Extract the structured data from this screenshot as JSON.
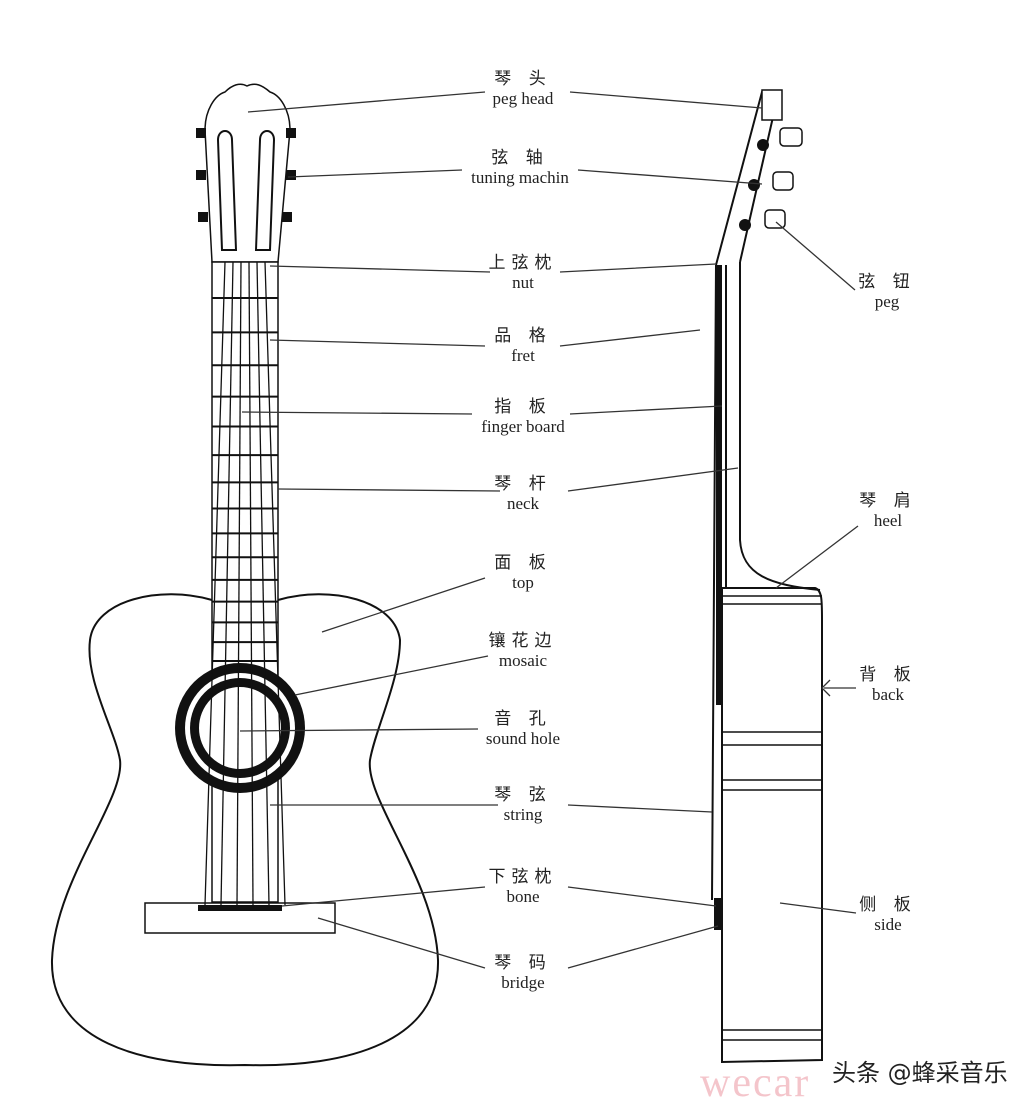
{
  "labels": [
    {
      "key": "peghead",
      "zh": "琴 头",
      "en": "peg head"
    },
    {
      "key": "tuning",
      "zh": "弦 轴",
      "en": "tuning machin"
    },
    {
      "key": "nut",
      "zh": "上弦枕",
      "en": "nut"
    },
    {
      "key": "fret",
      "zh": "品 格",
      "en": "fret"
    },
    {
      "key": "fingerboard",
      "zh": "指 板",
      "en": "finger board"
    },
    {
      "key": "neck",
      "zh": "琴 杆",
      "en": "neck"
    },
    {
      "key": "top",
      "zh": "面 板",
      "en": "top"
    },
    {
      "key": "mosaic",
      "zh": "镶花边",
      "en": "mosaic"
    },
    {
      "key": "soundhole",
      "zh": "音 孔",
      "en": "sound hole"
    },
    {
      "key": "string",
      "zh": "琴 弦",
      "en": "string"
    },
    {
      "key": "bone",
      "zh": "下弦枕",
      "en": "bone"
    },
    {
      "key": "bridge",
      "zh": "琴 码",
      "en": "bridge"
    },
    {
      "key": "peg",
      "zh": "弦 钮",
      "en": "peg"
    },
    {
      "key": "heel",
      "zh": "琴 肩",
      "en": "heel"
    },
    {
      "key": "back",
      "zh": "背 板",
      "en": "back"
    },
    {
      "key": "side",
      "zh": "侧 板",
      "en": "side"
    }
  ],
  "watermark": {
    "text": "头条 @蜂采音乐",
    "overlay": "wecar",
    "overlay_color": "#eb96a0"
  }
}
